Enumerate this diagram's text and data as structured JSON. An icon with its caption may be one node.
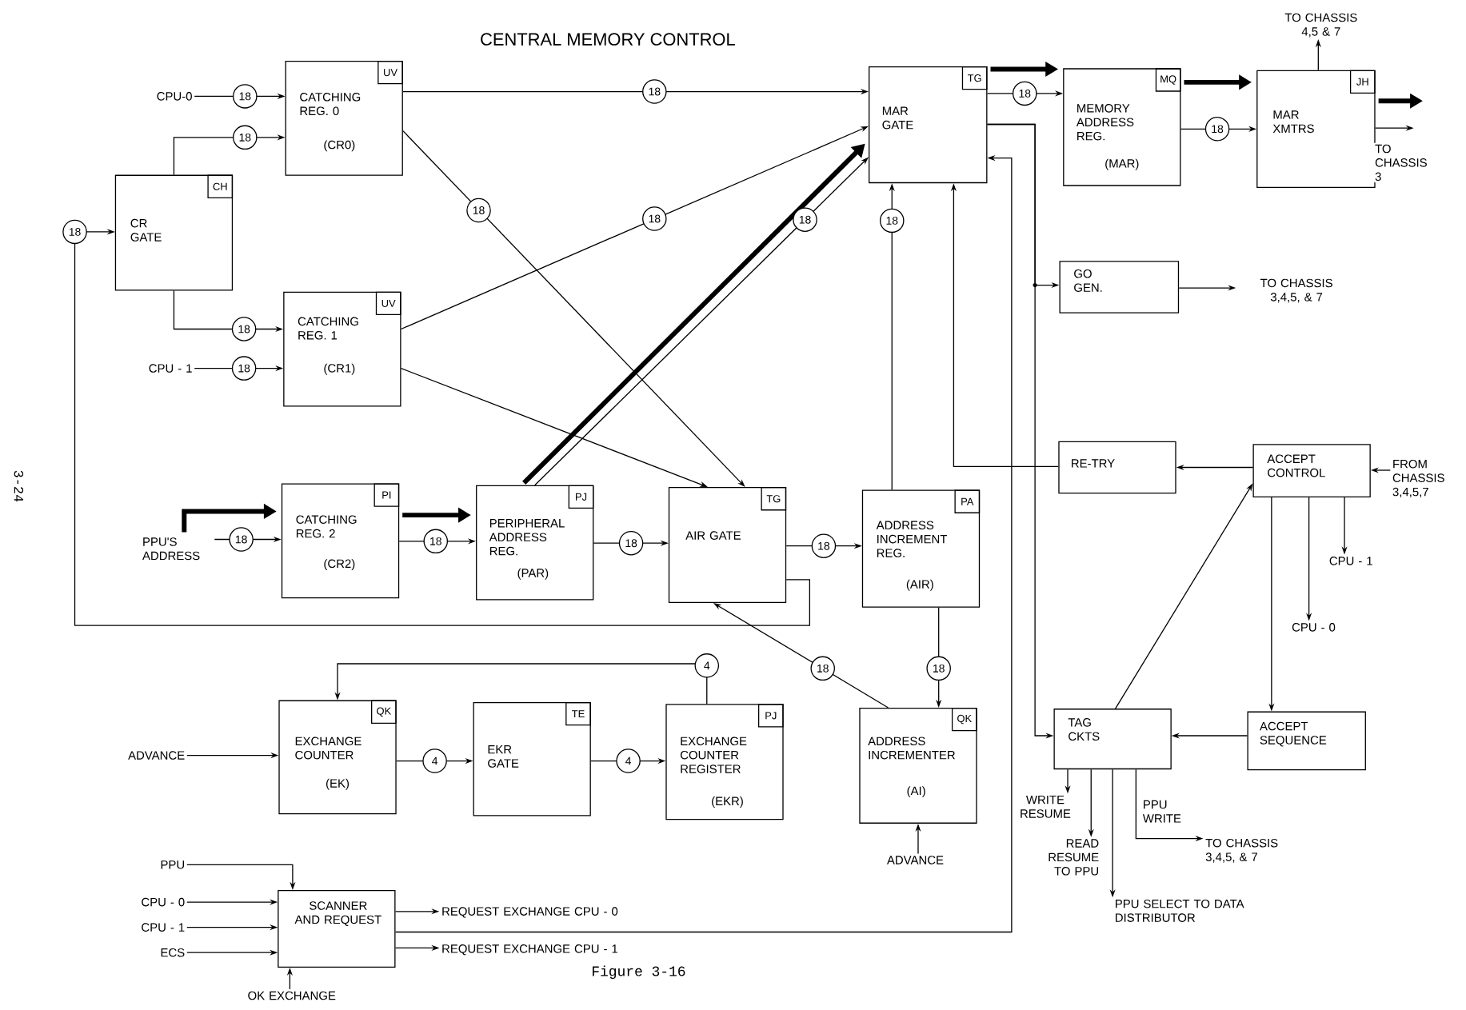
{
  "diagram": {
    "title": "CENTRAL MEMORY CONTROL",
    "caption": "Figure 3-16",
    "nodes": [
      {
        "text": [
          "CATCHING REG. 0",
          "(CR0)",
          "UV"
        ]
      },
      {
        "text": [
          "CR GATE",
          "CH"
        ]
      },
      {
        "text": [
          "CATCHING REG. 1",
          "(CR1)",
          "UV"
        ]
      },
      {
        "text": [
          "CATCHING REG. 2",
          "(CR2)",
          "PI"
        ]
      },
      {
        "text": [
          "PERIPHERAL ADDRESS REG.",
          "(PAR)",
          "PJ"
        ]
      },
      {
        "text": [
          "AIR GATE",
          "TG"
        ]
      },
      {
        "text": [
          "MAR GATE",
          "TG"
        ]
      },
      {
        "text": [
          "MEMORY ADDRESS REG.",
          "(MAR)",
          "MQ"
        ]
      },
      {
        "text": [
          "MAR XMTRS",
          "JH"
        ]
      },
      {
        "text": [
          "GO GEN."
        ]
      },
      {
        "text": [
          "RE-TRY"
        ]
      },
      {
        "text": [
          "ACCEPT CONTROL"
        ]
      },
      {
        "text": [
          "ADDRESS INCREMENT REG.",
          "(AIR)",
          "PA"
        ]
      },
      {
        "text": [
          "ADDRESS INCREMENTER",
          "(AI)",
          "QK"
        ]
      },
      {
        "text": [
          "EXCHANGE COUNTER",
          "(EK)",
          "QK"
        ]
      },
      {
        "text": [
          "EKR GATE",
          "TE"
        ]
      },
      {
        "text": [
          "EXCHANGE COUNTER REGISTER",
          "(EKR)",
          "PJ"
        ]
      },
      {
        "text": [
          "TAG CKTS"
        ]
      },
      {
        "text": [
          "ACCEPT SEQUENCE"
        ]
      },
      {
        "text": [
          "SCANNER AND REQUEST"
        ]
      },
      {
        "text": [
          "CPU-0"
        ]
      },
      {
        "text": [
          "CPU - 1"
        ]
      },
      {
        "text": [
          "PPU'S ADDRESS"
        ]
      },
      {
        "text": [
          "TO CHASSIS 4,5 & 7"
        ]
      },
      {
        "text": [
          "TO CHASSIS 3,4,5, & 7"
        ]
      },
      {
        "text": [
          "FROM CHASSIS 3,4,5,7"
        ]
      },
      {
        "text": [
          "CPU - 1"
        ]
      },
      {
        "text": [
          "CPU - 0"
        ]
      },
      {
        "text": [
          "ADVANCE"
        ]
      },
      {
        "text": [
          "ADVANCE"
        ]
      },
      {
        "text": [
          "WRITE RESUME"
        ]
      },
      {
        "text": [
          "READ RESUME TO PPU"
        ]
      },
      {
        "text": [
          "TO CHASSIS 3,4,5, & 7"
        ]
      },
      {
        "text": [
          "PPU SELECT TO DATA DISTRIBUTOR"
        ]
      },
      {
        "text": [
          "PPU"
        ]
      },
      {
        "text": [
          "CPU - 0"
        ]
      },
      {
        "text": [
          "CPU - 1"
        ]
      },
      {
        "text": [
          "ECS"
        ]
      },
      {
        "text": [
          "OK EXCHANGE"
        ]
      },
      {
        "text": [
          "REQUEST EXCHANGE CPU - 0"
        ]
      },
      {
        "text": [
          "REQUEST EXCHANGE CPU - 1"
        ]
      }
    ],
    "edges": [
      {
        "from": 20,
        "to": 0,
        "arrow": "to",
        "label": "18"
      },
      {
        "from": 1,
        "to": 0,
        "arrow": "to",
        "label": "18"
      },
      {
        "from": 1,
        "to": 2,
        "arrow": "to",
        "label": "18"
      },
      {
        "from": 21,
        "to": 2,
        "arrow": "to",
        "label": "18"
      },
      {
        "from": 5,
        "to": 1,
        "arrow": "to",
        "label": "18"
      },
      {
        "from": 0,
        "to": 6,
        "arrow": "to",
        "label": "18"
      },
      {
        "from": 0,
        "to": 5,
        "arrow": "to",
        "label": "18"
      },
      {
        "from": 2,
        "to": 6,
        "arrow": "to",
        "label": "18"
      },
      {
        "from": 2,
        "to": 5,
        "arrow": "to"
      },
      {
        "from": 4,
        "to": 6,
        "arrow": "to",
        "label": "18"
      },
      {
        "from": 4,
        "to": 6,
        "arrow": "to",
        "style": "thick"
      },
      {
        "from": 22,
        "to": 3,
        "arrow": "to",
        "label": "18"
      },
      {
        "from": 22,
        "to": 3,
        "arrow": "to",
        "style": "thick"
      },
      {
        "from": 3,
        "to": 4,
        "arrow": "to",
        "label": "18"
      },
      {
        "from": 3,
        "to": 4,
        "arrow": "to",
        "style": "thick"
      },
      {
        "from": 4,
        "to": 5,
        "arrow": "to",
        "label": "18"
      },
      {
        "from": 5,
        "to": 12,
        "arrow": "to",
        "label": "18"
      },
      {
        "from": 12,
        "to": 6,
        "arrow": "to",
        "label": "18"
      },
      {
        "from": 6,
        "to": 7,
        "arrow": "to",
        "label": "18"
      },
      {
        "from": 6,
        "to": 7,
        "arrow": "to",
        "style": "thick"
      },
      {
        "from": 7,
        "to": 8,
        "arrow": "to",
        "label": "18"
      },
      {
        "from": 7,
        "to": 8,
        "arrow": "to",
        "style": "thick"
      },
      {
        "from": 8,
        "to": 23,
        "arrow": "to"
      },
      {
        "from": 8,
        "to": null,
        "arrow": "to",
        "label": "TO CHASSIS 3"
      },
      {
        "from": 8,
        "to": null,
        "arrow": "to",
        "style": "thick"
      },
      {
        "from": 6,
        "to": 9,
        "arrow": "to"
      },
      {
        "from": 6,
        "to": 17,
        "arrow": "to"
      },
      {
        "from": 9,
        "to": 24,
        "arrow": "to"
      },
      {
        "from": 19,
        "to": 6,
        "arrow": "to"
      },
      {
        "from": 10,
        "to": 6,
        "arrow": "to"
      },
      {
        "from": 11,
        "to": 10,
        "arrow": "to"
      },
      {
        "from": 25,
        "to": 11,
        "arrow": "to"
      },
      {
        "from": 11,
        "to": 26,
        "arrow": "to"
      },
      {
        "from": 11,
        "to": 27,
        "arrow": "to"
      },
      {
        "from": 11,
        "to": 18,
        "arrow": "to"
      },
      {
        "from": 17,
        "to": 11,
        "arrow": "to"
      },
      {
        "from": 18,
        "to": 17,
        "arrow": "to"
      },
      {
        "from": 17,
        "to": 30,
        "arrow": "to"
      },
      {
        "from": 17,
        "to": 31,
        "arrow": "to"
      },
      {
        "from": 17,
        "to": 33,
        "arrow": "to"
      },
      {
        "from": 17,
        "to": 32,
        "arrow": "to",
        "label": "PPU WRITE"
      },
      {
        "from": 13,
        "to": 5,
        "arrow": "to",
        "label": "18"
      },
      {
        "from": 12,
        "to": 13,
        "arrow": "to",
        "label": "18"
      },
      {
        "from": 29,
        "to": 13,
        "arrow": "to"
      },
      {
        "from": 16,
        "to": 14,
        "arrow": "to",
        "label": "4"
      },
      {
        "from": 28,
        "to": 14,
        "arrow": "to"
      },
      {
        "from": 14,
        "to": 15,
        "arrow": "to",
        "label": "4"
      },
      {
        "from": 15,
        "to": 16,
        "arrow": "to",
        "label": "4"
      },
      {
        "from": 34,
        "to": 19,
        "arrow": "to"
      },
      {
        "from": 35,
        "to": 19,
        "arrow": "to"
      },
      {
        "from": 36,
        "to": 19,
        "arrow": "to"
      },
      {
        "from": 37,
        "to": 19,
        "arrow": "to"
      },
      {
        "from": 38,
        "to": 19,
        "arrow": "to"
      },
      {
        "from": 19,
        "to": 39,
        "arrow": "to"
      },
      {
        "from": 19,
        "to": 40,
        "arrow": "to"
      }
    ],
    "labels": [
      "3-24"
    ]
  }
}
